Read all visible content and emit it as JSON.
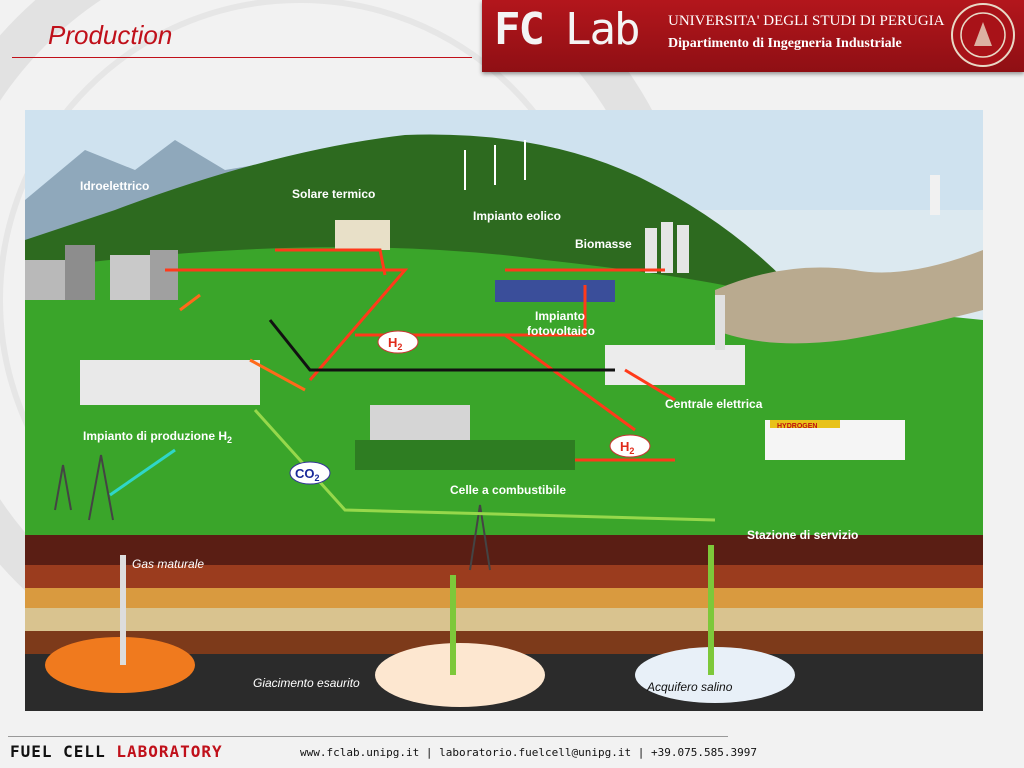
{
  "slide": {
    "title": "Production"
  },
  "header": {
    "logo_fc": "FC",
    "logo_lab": "Lab",
    "university": "UNIVERSITA' DEGLI STUDI DI PERUGIA",
    "department": "Dipartimento di Ingegneria Industriale"
  },
  "diagram": {
    "labels": {
      "idroelettrico": "Idroelettrico",
      "solare_termico": "Solare termico",
      "impianto_eolico": "Impianto eolico",
      "biomasse": "Biomasse",
      "impianto_fv_1": "Impianto",
      "impianto_fv_2": "fotovoltaico",
      "h2_top": "H",
      "h2_top_sub": "2",
      "h2_right": "H",
      "h2_right_sub": "2",
      "centrale": "Centrale elettrica",
      "impianto_h2": "Impianto di produzione H",
      "impianto_h2_sub": "2",
      "co2": "CO",
      "co2_sub": "2",
      "celle": "Celle a combustibile",
      "stazione": "Stazione di servizio",
      "gas": "Gas maturale",
      "giacimento": "Giacimento esaurito",
      "acquifero": "Acquifero salino",
      "hydrogen_sign": "HYDROGEN"
    }
  },
  "footer": {
    "brand_left": "FUEL CELL ",
    "brand_right": "LABORATORY",
    "info": "www.fclab.unipg.it | laboratorio.fuelcell@unipg.it | +39.075.585.3997"
  }
}
